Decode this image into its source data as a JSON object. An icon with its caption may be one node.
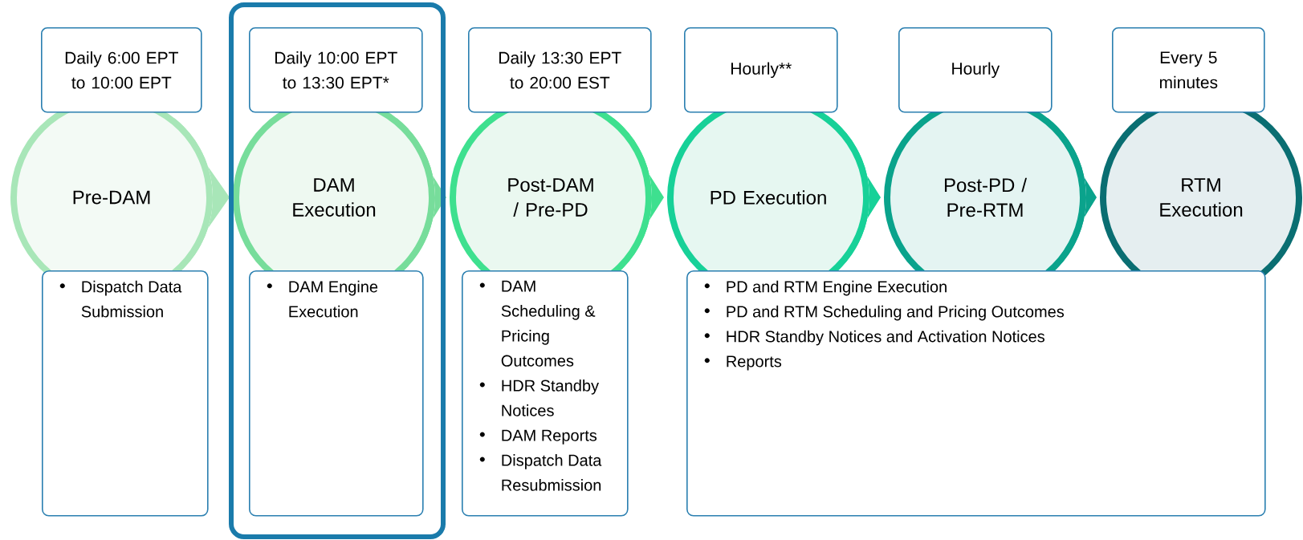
{
  "diagram": {
    "nodes": [
      {
        "text": [
          "Daily 6:00 EPT to 10:00 EPT"
        ]
      },
      {
        "text": [
          "Daily 10:00 EPT to 13:30 EPT*"
        ]
      },
      {
        "text": [
          "Daily 13:30 EPT to 20:00 EST"
        ]
      },
      {
        "text": [
          "Hourly**"
        ]
      },
      {
        "text": [
          "Hourly"
        ]
      },
      {
        "text": [
          "Every 5 minutes"
        ]
      },
      {
        "text": [
          "Pre-DAM"
        ]
      },
      {
        "text": [
          "DAM Execution"
        ]
      },
      {
        "text": [
          "Post-DAM / Pre-PD"
        ]
      },
      {
        "text": [
          "PD Execution"
        ]
      },
      {
        "text": [
          "Post-PD / Pre-RTM"
        ]
      },
      {
        "text": [
          "RTM Execution"
        ]
      },
      {
        "text": [
          "Dispatch Data Submission"
        ]
      },
      {
        "text": [
          "DAM Engine Execution"
        ]
      },
      {
        "text": [
          "DAM Scheduling & Pricing Outcomes",
          "HDR Standby Notices",
          "DAM Reports",
          "Dispatch Data Resubmission"
        ]
      },
      {
        "text": [
          "PD and RTM Engine Execution",
          "PD and RTM Scheduling and Pricing Outcomes",
          "HDR Standby Notices and Activation Notices",
          "Reports"
        ]
      }
    ],
    "edges": [
      {
        "from": 6,
        "to": 7,
        "arrow": "to",
        "color": "#a8e6b8"
      },
      {
        "from": 7,
        "to": 8,
        "arrow": "to",
        "color": "#77dd9b"
      },
      {
        "from": 8,
        "to": 9,
        "arrow": "to",
        "color": "#3ee08f"
      },
      {
        "from": 9,
        "to": 10,
        "arrow": "to",
        "color": "#17d198"
      },
      {
        "from": 10,
        "to": 11,
        "arrow": "to",
        "color": "#0aa38c"
      }
    ]
  }
}
